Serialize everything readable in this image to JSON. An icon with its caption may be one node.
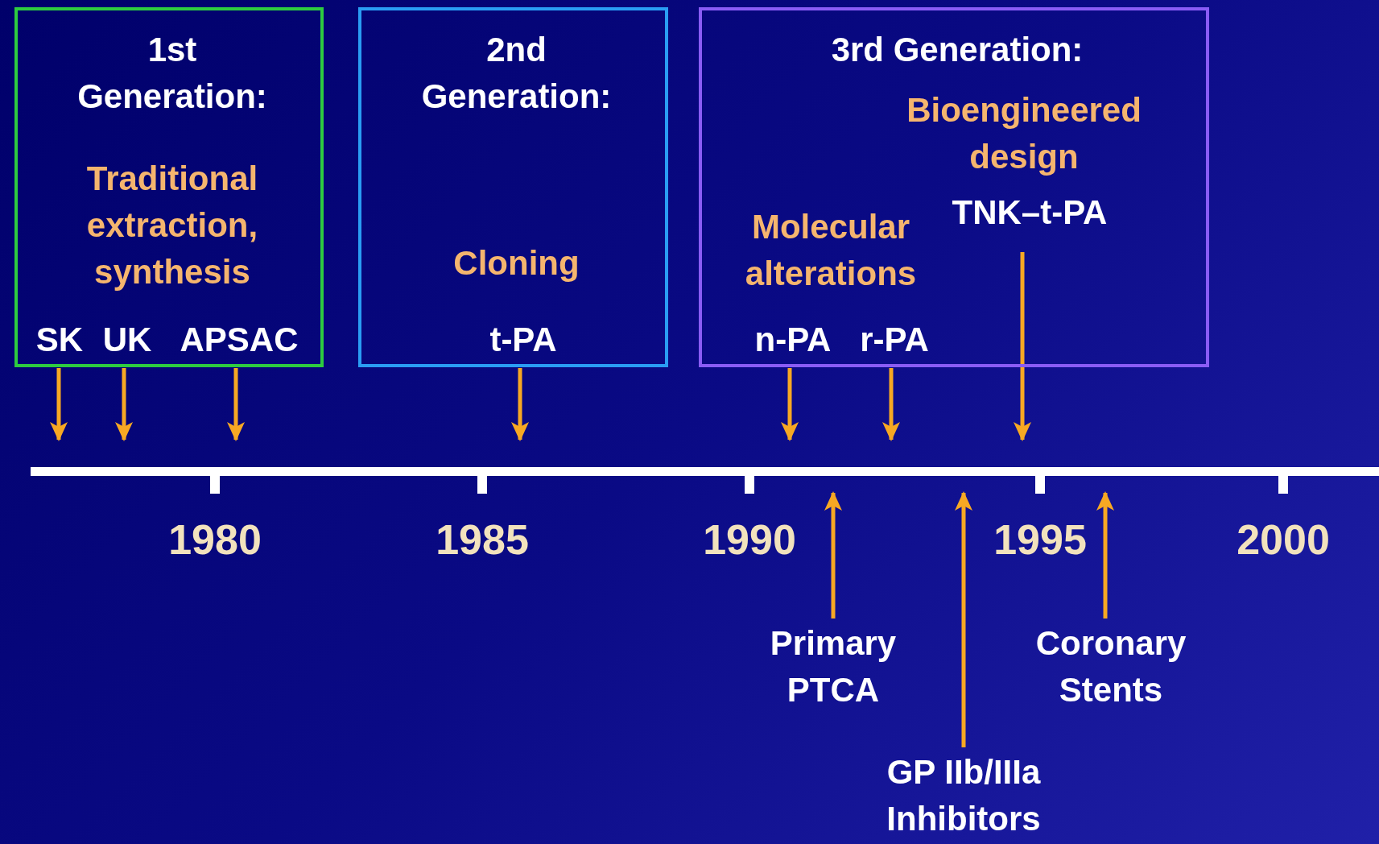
{
  "diagram": {
    "nodes": [
      {
        "text": [
          "1st Generation:",
          "Traditional extraction, synthesis"
        ]
      },
      {
        "text": [
          "SK"
        ],
        "in": 0
      },
      {
        "text": [
          "UK"
        ],
        "in": 0
      },
      {
        "text": [
          "APSAC"
        ],
        "in": 0
      },
      {
        "text": [
          "2nd Generation:",
          "Cloning"
        ]
      },
      {
        "text": [
          "t-PA"
        ],
        "in": 4
      },
      {
        "text": [
          "3rd Generation:",
          "Bioengineered design",
          "Molecular alterations"
        ]
      },
      {
        "text": [
          "n-PA"
        ],
        "in": 6
      },
      {
        "text": [
          "r-PA"
        ],
        "in": 6
      },
      {
        "text": [
          "TNK–t-PA"
        ],
        "in": 6
      },
      {
        "text": [
          "Primary PTCA"
        ]
      },
      {
        "text": [
          "GP IIb/IIIa Inhibitors"
        ]
      },
      {
        "text": [
          "Coronary Stents"
        ]
      }
    ],
    "edges": [
      {
        "from": 1,
        "to": null,
        "arrow": "to"
      },
      {
        "from": 2,
        "to": null,
        "arrow": "to"
      },
      {
        "from": 3,
        "to": null,
        "arrow": "to"
      },
      {
        "from": 5,
        "to": null,
        "arrow": "to"
      },
      {
        "from": 7,
        "to": null,
        "arrow": "to"
      },
      {
        "from": 8,
        "to": null,
        "arrow": "to"
      },
      {
        "from": 9,
        "to": null,
        "arrow": "to"
      },
      {
        "from": 10,
        "to": null,
        "arrow": "to"
      },
      {
        "from": 11,
        "to": null,
        "arrow": "to"
      },
      {
        "from": 12,
        "to": null,
        "arrow": "to"
      }
    ],
    "labels": [
      "1980",
      "1985",
      "1990",
      "1995",
      "2000"
    ]
  }
}
